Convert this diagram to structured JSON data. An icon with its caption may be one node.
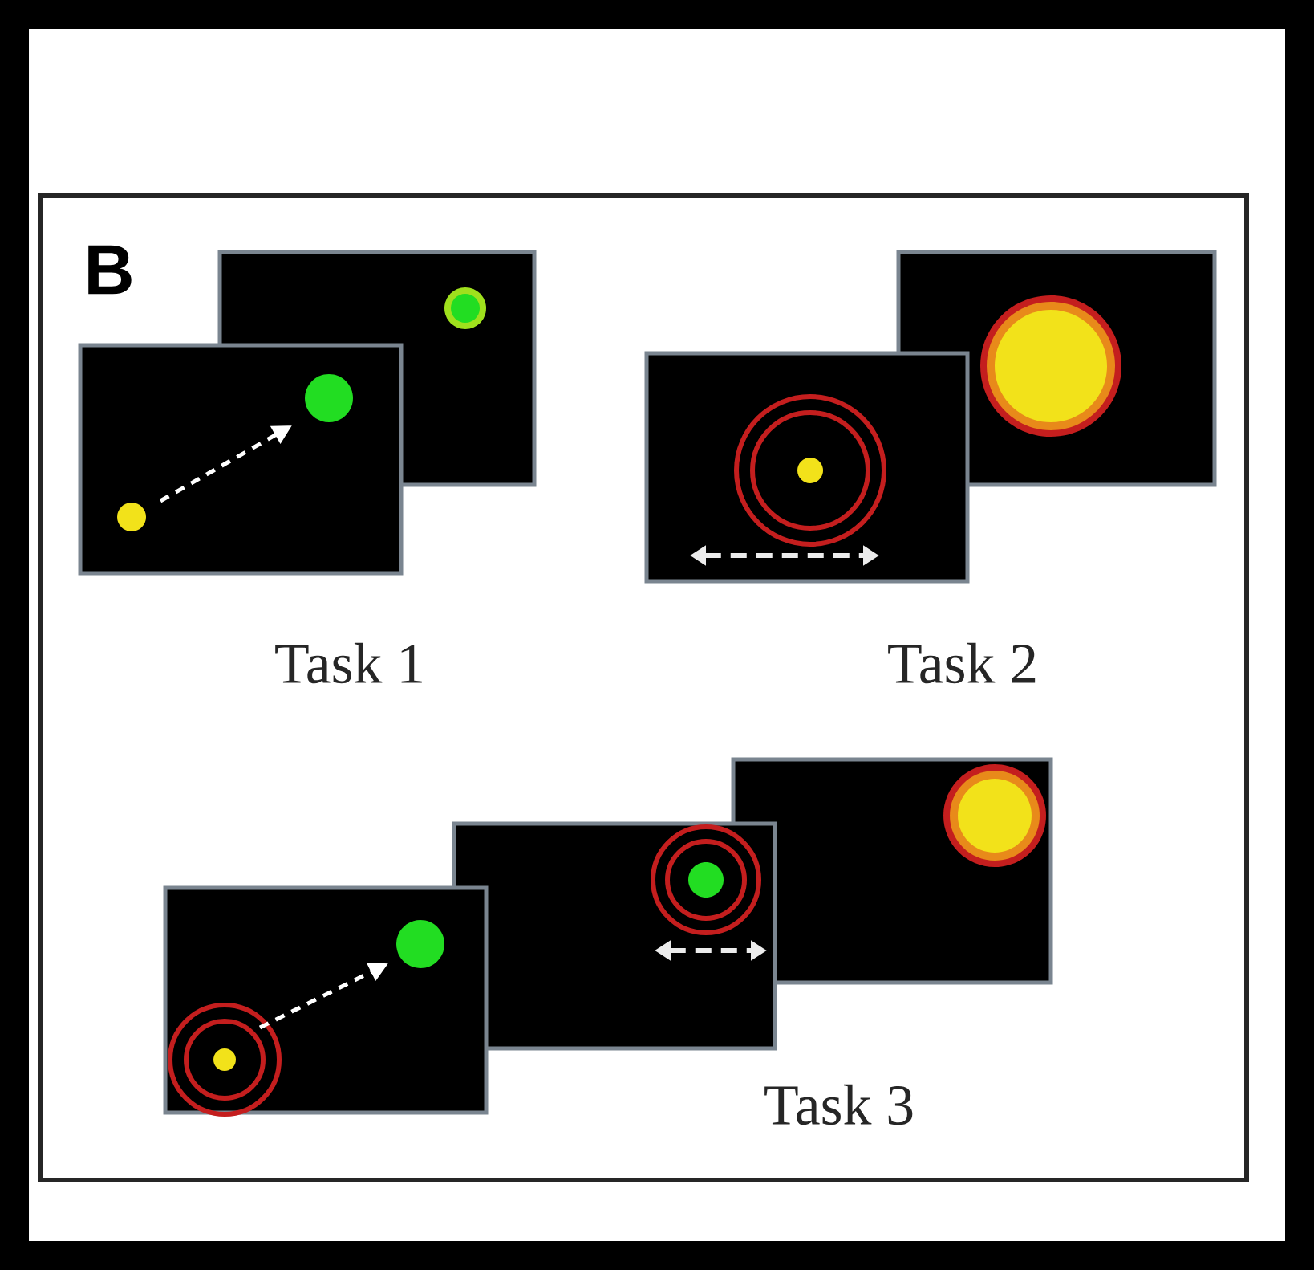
{
  "diagram": {
    "labels": [
      "B",
      "Task 1",
      "Task 2",
      "Task 3"
    ]
  }
}
